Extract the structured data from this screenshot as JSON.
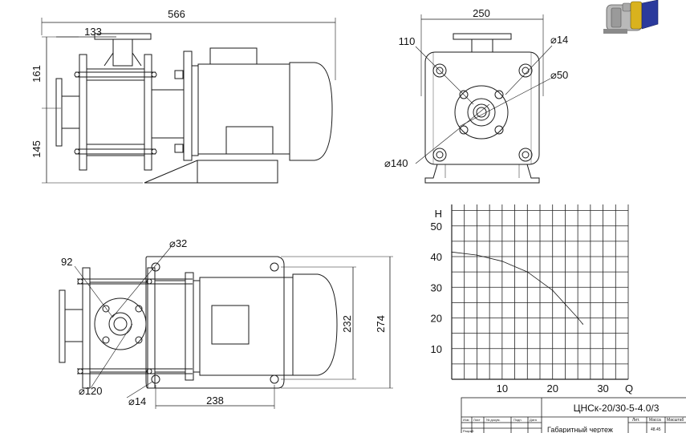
{
  "side_view": {
    "dim_length": "566",
    "dim_flange_offset": "133",
    "dim_upper_height": "161",
    "dim_lower_height": "145"
  },
  "front_view": {
    "dim_width": "250",
    "dim_bolt_offset": "110",
    "dim_hole_dia": "⌀14",
    "dim_inner_dia": "⌀50",
    "dim_bolt_circle": "⌀140"
  },
  "top_view": {
    "dim_inlet_hole": "⌀32",
    "dim_92": "92",
    "dim_bolt_circle": "⌀120",
    "dim_foot_hole": "⌀14",
    "dim_foot_spacing": "238",
    "dim_inner_width": "232",
    "dim_outer_width": "274"
  },
  "chart_data": {
    "type": "line",
    "ylabel": "H",
    "xlabel": "Q",
    "x_ticks": [
      "10",
      "20",
      "30"
    ],
    "y_ticks": [
      "10",
      "20",
      "30",
      "40",
      "50"
    ],
    "xlim": [
      0,
      35
    ],
    "ylim": [
      0,
      57
    ],
    "grid": true,
    "series": [
      {
        "x": [
          0,
          5,
          10,
          15,
          20,
          25,
          26
        ],
        "y": [
          41.5,
          40.5,
          38.5,
          35,
          29,
          20,
          18
        ]
      }
    ]
  },
  "title_block": {
    "designation": "ЦНСк-20/30-5-4.0/3",
    "doc_name": "Габаритный чертеж",
    "col_izm": "Изм",
    "col_list": "Лист",
    "col_doc": "№ докум.",
    "col_sign": "Подп.",
    "col_date": "Дата",
    "col_lit": "Лит.",
    "col_mass": "Масса",
    "col_scale": "Масштаб",
    "col_razrab": "Разраб.",
    "mass_value": "48.45"
  },
  "colors": {
    "line": "#1a1a1a",
    "grid": "#222222",
    "pump_blue": "#2b3a9c",
    "pump_yellow": "#d9b21e",
    "pump_steel": "#b9b9b9"
  }
}
